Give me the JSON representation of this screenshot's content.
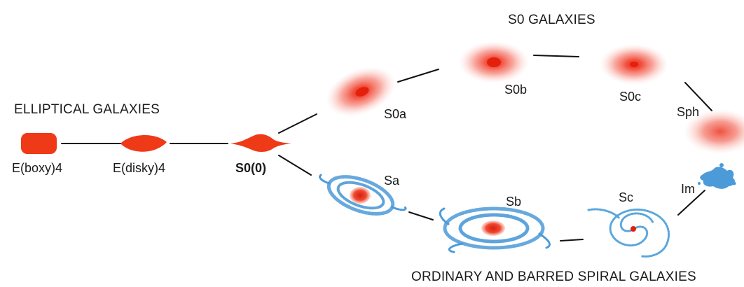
{
  "headings": {
    "elliptical": "ELLIPTICAL GALAXIES",
    "s0": "S0 GALAXIES",
    "spiral": "ORDINARY AND BARRED SPIRAL GALAXIES"
  },
  "labels": {
    "e_boxy": "E(boxy)4",
    "e_disky": "E(disky)4",
    "s0_0": "S0(0)",
    "s0a": "S0a",
    "s0b": "S0b",
    "s0c": "S0c",
    "sph": "Sph",
    "sa": "Sa",
    "sb": "Sb",
    "sc": "Sc",
    "im": "Im"
  },
  "colors": {
    "elliptical": "#f03a17",
    "s0_glow": "#f25a4a",
    "spiral_arm": "#4a9ad8",
    "connector": "#111111"
  }
}
